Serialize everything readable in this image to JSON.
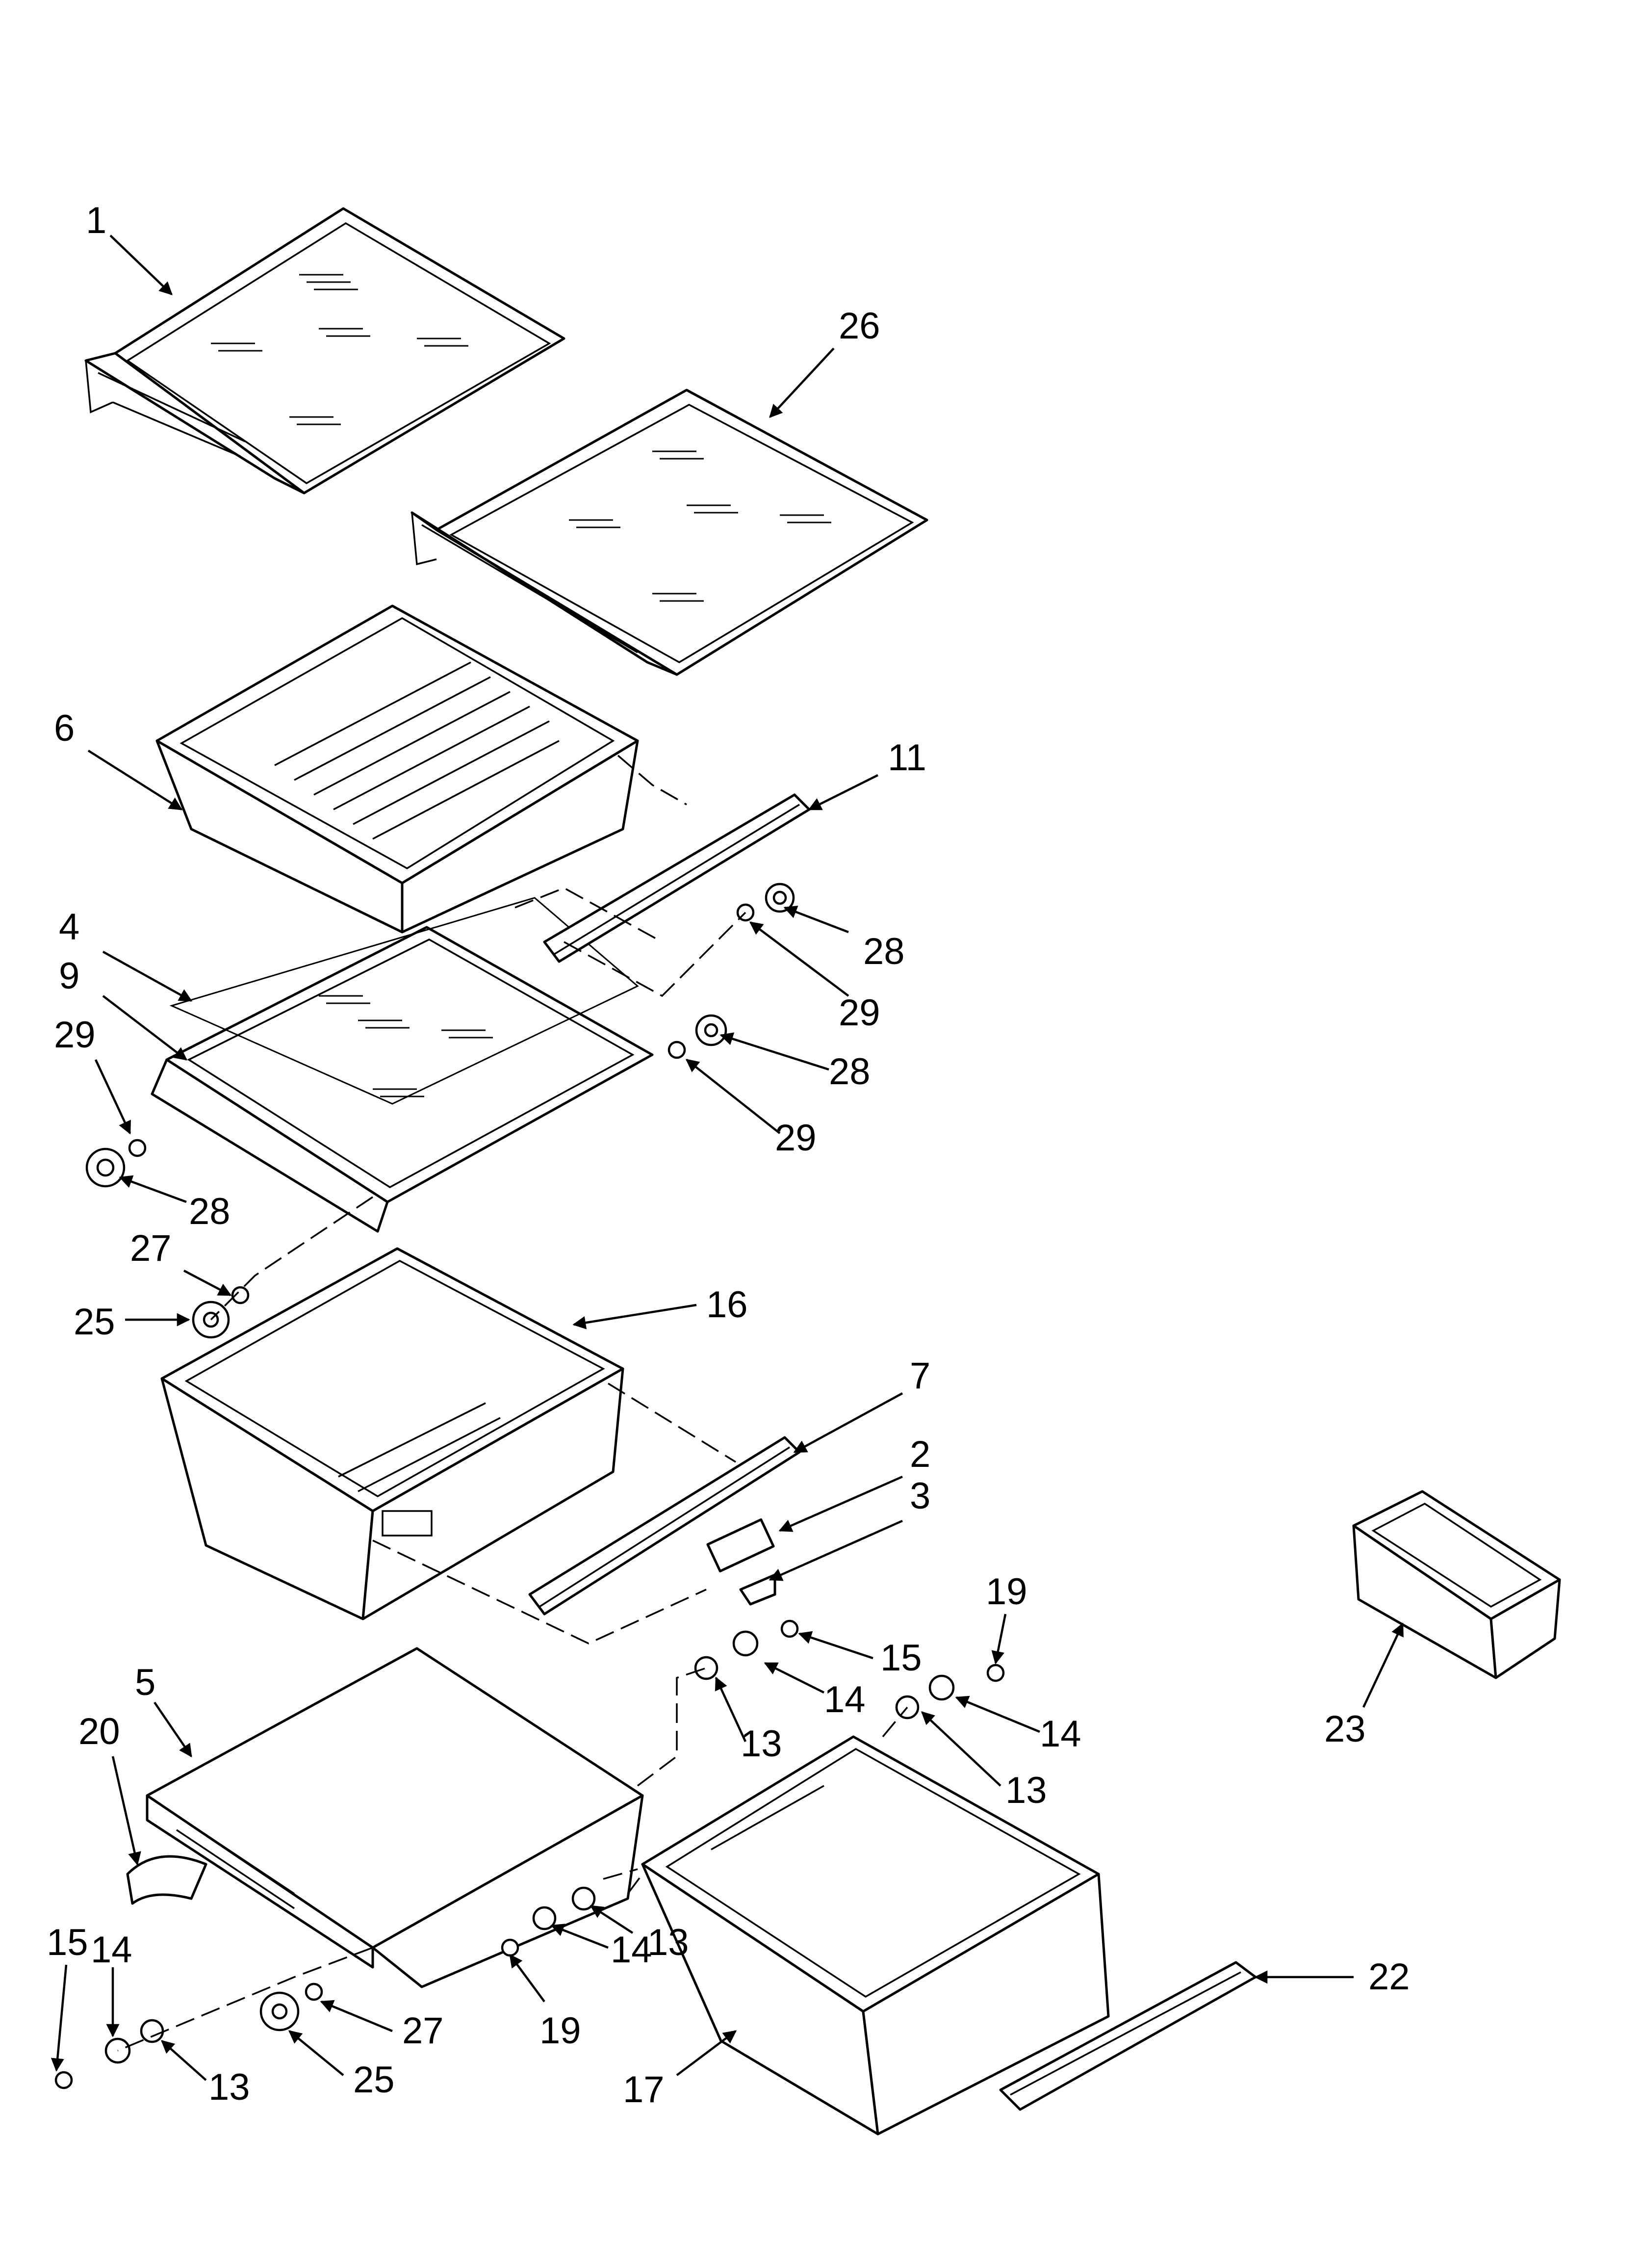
{
  "diagram": {
    "type": "exploded-parts-diagram",
    "callouts": [
      {
        "id": "c1",
        "label": "1"
      },
      {
        "id": "c26",
        "label": "26"
      },
      {
        "id": "c6",
        "label": "6"
      },
      {
        "id": "c11",
        "label": "11"
      },
      {
        "id": "c28a",
        "label": "28"
      },
      {
        "id": "c29a",
        "label": "29"
      },
      {
        "id": "c4",
        "label": "4"
      },
      {
        "id": "c9",
        "label": "9"
      },
      {
        "id": "c29b",
        "label": "29"
      },
      {
        "id": "c28b",
        "label": "28"
      },
      {
        "id": "c29c",
        "label": "29"
      },
      {
        "id": "c28c",
        "label": "28"
      },
      {
        "id": "c27a",
        "label": "27"
      },
      {
        "id": "c25a",
        "label": "25"
      },
      {
        "id": "c16",
        "label": "16"
      },
      {
        "id": "c7",
        "label": "7"
      },
      {
        "id": "c2",
        "label": "2"
      },
      {
        "id": "c3",
        "label": "3"
      },
      {
        "id": "c19a",
        "label": "19"
      },
      {
        "id": "c15a",
        "label": "15"
      },
      {
        "id": "c14a",
        "label": "14"
      },
      {
        "id": "c13a",
        "label": "13"
      },
      {
        "id": "c14b",
        "label": "14"
      },
      {
        "id": "c13b",
        "label": "13"
      },
      {
        "id": "c23",
        "label": "23"
      },
      {
        "id": "c5",
        "label": "5"
      },
      {
        "id": "c20",
        "label": "20"
      },
      {
        "id": "c15b",
        "label": "15"
      },
      {
        "id": "c14c",
        "label": "14"
      },
      {
        "id": "c13c",
        "label": "13"
      },
      {
        "id": "c27b",
        "label": "27"
      },
      {
        "id": "c25b",
        "label": "25"
      },
      {
        "id": "c13d",
        "label": "13"
      },
      {
        "id": "c14d",
        "label": "14"
      },
      {
        "id": "c19b",
        "label": "19"
      },
      {
        "id": "c22",
        "label": "22"
      },
      {
        "id": "c17",
        "label": "17"
      }
    ]
  }
}
